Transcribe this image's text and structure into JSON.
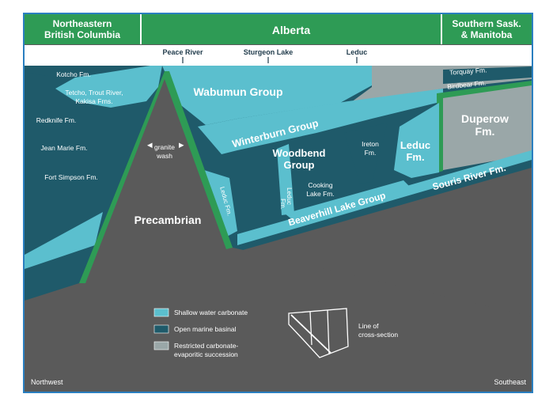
{
  "headers": {
    "left": [
      "Northeastern",
      "British Columbia"
    ],
    "center": "Alberta",
    "right": [
      "Southern Sask.",
      "& Manitoba"
    ]
  },
  "locations": [
    "Peace River",
    "Sturgeon Lake",
    "Leduc"
  ],
  "formations": {
    "kotcho": "Kotcho Fm.",
    "tetcho": [
      "Tetcho, Trout River,",
      "Kakisa Frns."
    ],
    "redknife": "Redknife Fm.",
    "jean_marie": "Jean Marie Fm.",
    "fort_simpson": "Fort Simpson Fm.",
    "torquay": "Torquay Fm.",
    "birdbear": "Birdbear Fm.",
    "wabumun": "Wabumun Group",
    "winterburn": "Winterburn Group",
    "woodbend": [
      "Woodbend",
      "Group"
    ],
    "ireton": [
      "Ireton",
      "Fm."
    ],
    "leduc_big": [
      "Leduc",
      "Fm."
    ],
    "duperow": [
      "Duperow",
      "Fm."
    ],
    "souris": "Souris River Fm.",
    "beaverhill": "Beaverhill Lake Group",
    "cooking_lake": [
      "Cooking",
      "Lake Fm."
    ],
    "leduc_small": [
      "Leduc",
      "Fm."
    ],
    "leduc_slope": "Leduc Fm.",
    "granite_wash": [
      "granite",
      "wash"
    ],
    "precambrian": "Precambrian"
  },
  "legend": {
    "items": [
      {
        "label": [
          "Shallow water carbonate"
        ],
        "color": "#5bbfce"
      },
      {
        "label": [
          "Open marine basinal"
        ],
        "color": "#1f5a6a"
      },
      {
        "label": [
          "Restricted carbonate-",
          "evaporitic succession"
        ],
        "color": "#9aa7a8"
      }
    ],
    "map_label": [
      "Line of",
      "cross-section"
    ]
  },
  "corners": {
    "left": "Northwest",
    "right": "Southeast"
  },
  "colors": {
    "header_green": "#2e9b55",
    "shallow": "#5bbfce",
    "basinal": "#1f5a6a",
    "restricted": "#9aa7a8",
    "precambrian": "#5a5a5a",
    "frame": "#2a7fc0"
  }
}
